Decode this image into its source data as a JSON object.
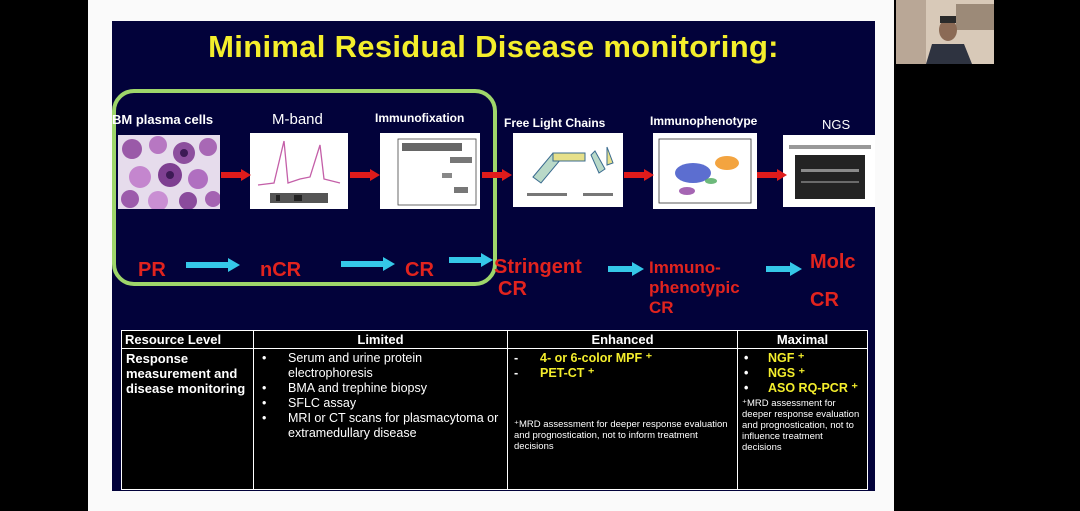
{
  "slide": {
    "title": "Minimal Residual Disease monitoring:",
    "steps": [
      {
        "label": "BM plasma cells"
      },
      {
        "label": "M-band"
      },
      {
        "label": "Immunofixation"
      },
      {
        "label": "Free Light Chains"
      },
      {
        "label": "Immunophenotype"
      },
      {
        "label": "NGS"
      }
    ],
    "responses": {
      "pr": "PR",
      "ncr": "nCR",
      "cr": "CR",
      "stringent_line1": "Stringent",
      "stringent_line2": "CR",
      "immuno_line1": "Immuno-",
      "immuno_line2": "phenotypic",
      "immuno_line3": "CR",
      "molc_line1": "Molc",
      "molc_line2": "CR"
    },
    "table": {
      "headers": [
        "Resource Level",
        "Limited",
        "Enhanced",
        "Maximal"
      ],
      "row_label": "Response measurement and disease monitoring",
      "limited": [
        "Serum and urine protein electrophoresis",
        "BMA and trephine biopsy",
        "SFLC assay",
        "MRI or CT scans for plasmacytoma or extramedullary disease"
      ],
      "enhanced": [
        "4- or 6-color MPF ⁺",
        "PET-CT ⁺"
      ],
      "enhanced_note": "⁺MRD assessment for deeper response evaluation and prognostication, not to inform treatment decisions",
      "maximal": [
        "NGF ⁺",
        "NGS ⁺",
        "ASO RQ-PCR ⁺"
      ],
      "maximal_note": "⁺MRD assessment for deeper response evaluation and prognostication, not to influence treatment decisions"
    }
  },
  "colors": {
    "slide_bg": "#02023a",
    "title": "#f4ee2c",
    "response_red": "#e1231e",
    "arrow_cyan": "#35c8e8",
    "arrow_red": "#e01b1b",
    "box_green": "#9ed66a"
  }
}
